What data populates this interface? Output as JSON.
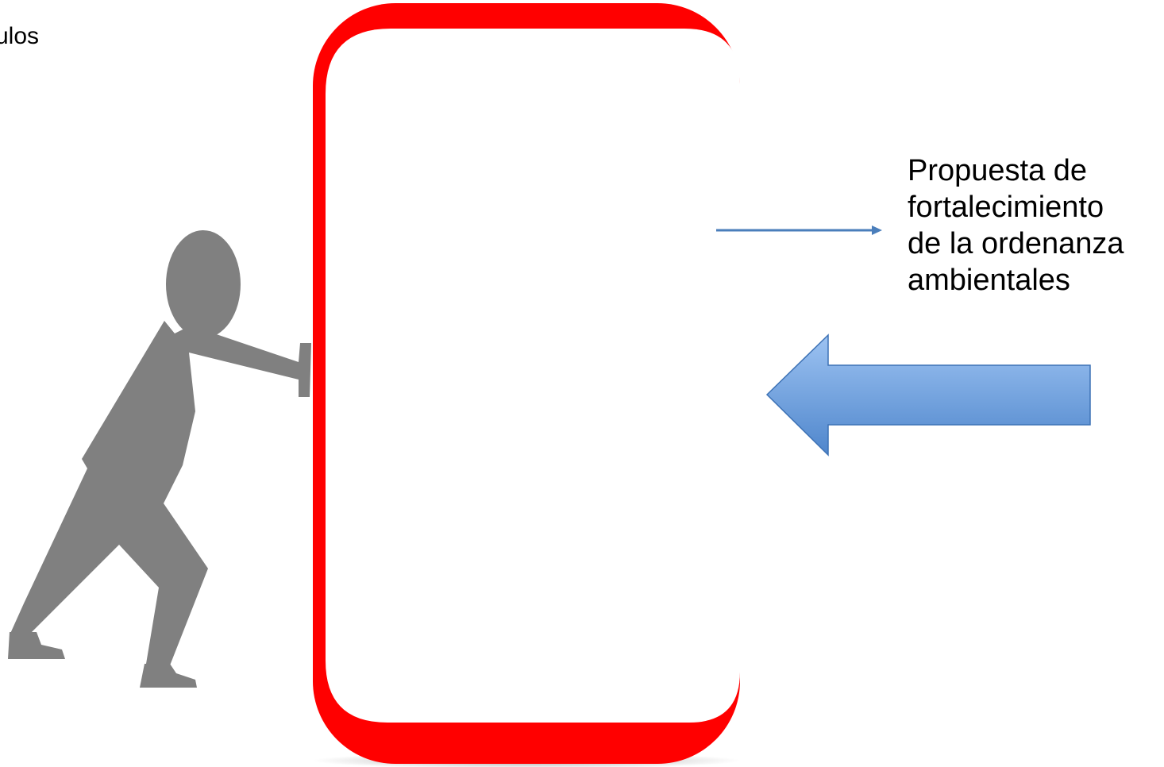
{
  "slide": {
    "corner_text": "ulos",
    "callout_lines": [
      "Propuesta de",
      "fortalecimiento",
      "de la ordenanza",
      "ambientales"
    ]
  },
  "colors": {
    "frame": "#ff0000",
    "figure": "#808080",
    "connector": "#4a7ebb",
    "arrow_fill_top": "#9dc3f2",
    "arrow_fill_bottom": "#4f86cc",
    "arrow_stroke": "#3d72b5"
  },
  "icons": {
    "figure": "person-pushing-icon",
    "block_arrow": "left-block-arrow-icon",
    "connector": "right-connector-arrow-icon"
  }
}
